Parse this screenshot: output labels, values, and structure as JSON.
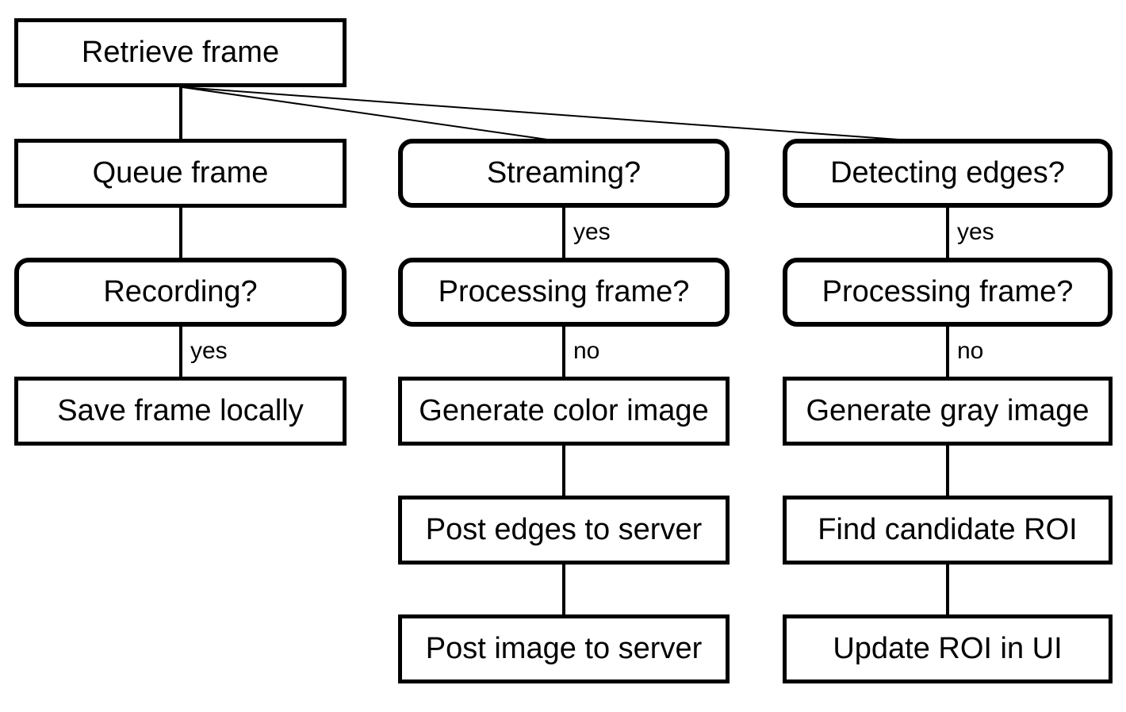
{
  "diagram": {
    "type": "flowchart",
    "background_color": "#ffffff",
    "line_color": "#000000",
    "text_color": "#000000",
    "nodes": {
      "retrieve_frame": {
        "label": "Retrieve frame",
        "shape": "rectangle"
      },
      "queue_frame": {
        "label": "Queue frame",
        "shape": "rectangle"
      },
      "recording": {
        "label": "Recording?",
        "shape": "rounded"
      },
      "save_frame_locally": {
        "label": "Save frame locally",
        "shape": "rectangle"
      },
      "streaming": {
        "label": "Streaming?",
        "shape": "rounded"
      },
      "processing_frame_streaming": {
        "label": "Processing frame?",
        "shape": "rounded"
      },
      "generate_color_image": {
        "label": "Generate color image",
        "shape": "rectangle"
      },
      "post_edges_to_server": {
        "label": "Post edges to server",
        "shape": "rectangle"
      },
      "post_image_to_server": {
        "label": "Post image to server",
        "shape": "rectangle"
      },
      "detecting_edges": {
        "label": "Detecting edges?",
        "shape": "rounded"
      },
      "processing_frame_detecting": {
        "label": "Processing frame?",
        "shape": "rounded"
      },
      "generate_gray_image": {
        "label": "Generate gray image",
        "shape": "rectangle"
      },
      "find_candidate_roi": {
        "label": "Find candidate ROI",
        "shape": "rectangle"
      },
      "update_roi_in_ui": {
        "label": "Update ROI in UI",
        "shape": "rectangle"
      }
    },
    "edges": [
      {
        "from": "retrieve_frame",
        "to": "queue_frame",
        "label": ""
      },
      {
        "from": "retrieve_frame",
        "to": "streaming",
        "label": ""
      },
      {
        "from": "retrieve_frame",
        "to": "detecting_edges",
        "label": ""
      },
      {
        "from": "queue_frame",
        "to": "recording",
        "label": ""
      },
      {
        "from": "recording",
        "to": "save_frame_locally",
        "label": "yes"
      },
      {
        "from": "streaming",
        "to": "processing_frame_streaming",
        "label": "yes"
      },
      {
        "from": "processing_frame_streaming",
        "to": "generate_color_image",
        "label": "no"
      },
      {
        "from": "generate_color_image",
        "to": "post_edges_to_server",
        "label": ""
      },
      {
        "from": "post_edges_to_server",
        "to": "post_image_to_server",
        "label": ""
      },
      {
        "from": "detecting_edges",
        "to": "processing_frame_detecting",
        "label": "yes"
      },
      {
        "from": "processing_frame_detecting",
        "to": "generate_gray_image",
        "label": "no"
      },
      {
        "from": "generate_gray_image",
        "to": "find_candidate_roi",
        "label": ""
      },
      {
        "from": "find_candidate_roi",
        "to": "update_roi_in_ui",
        "label": ""
      }
    ]
  }
}
